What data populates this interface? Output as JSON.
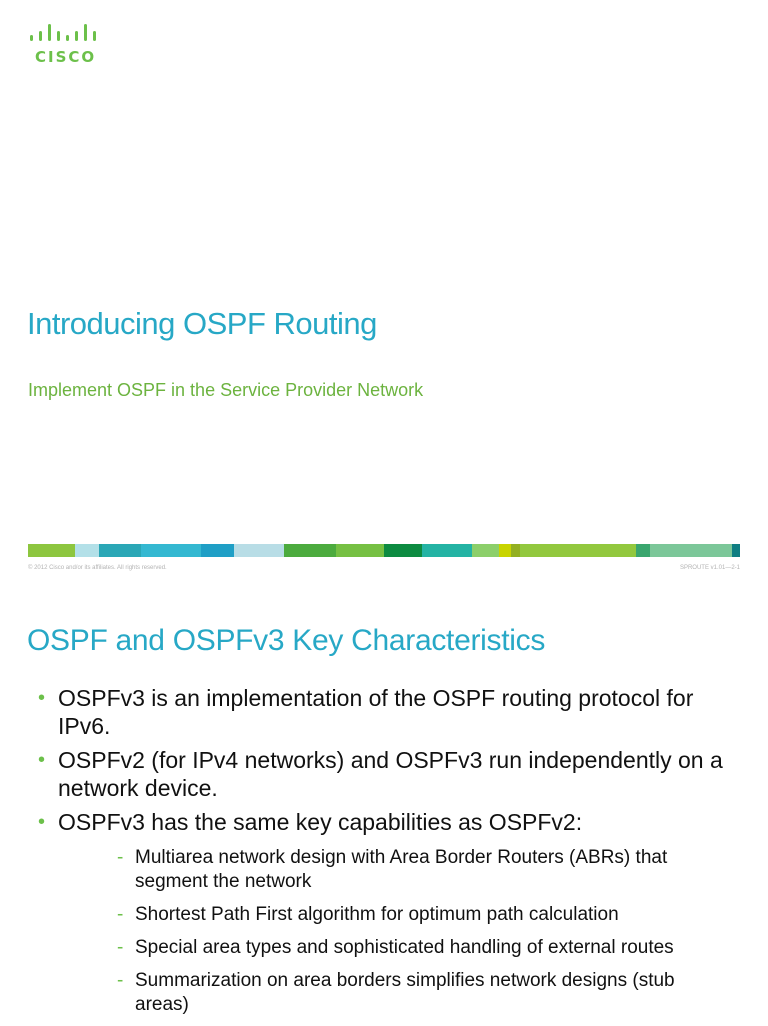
{
  "logo": {
    "wordmark": "CISCO",
    "icon": "cisco-bridge-bars-icon",
    "color": "#6cc04a"
  },
  "slide1": {
    "title": "Introducing OSPF Routing",
    "subtitle": "Implement OSPF in the Service Provider Network",
    "footer_left": "© 2012 Cisco and/or its affiliates. All rights reserved.",
    "footer_right": "SPROUTE v1.01—2-1"
  },
  "color_bar": [
    "#8dc63f",
    "#b3e0e8",
    "#2aa7b6",
    "#34b8d1",
    "#1f9fc6",
    "#b8dde6",
    "#4cab3e",
    "#76c043",
    "#0d8b41",
    "#24b3a4",
    "#8ccf6a",
    "#c8d400",
    "#93b021",
    "#92c83e",
    "#3aa66e",
    "#7cc799",
    "#0f7e82"
  ],
  "slide2": {
    "title": "OSPF and OSPFv3 Key Characteristics",
    "bullets": [
      "OSPFv3 is an implementation of the OSPF routing protocol for IPv6.",
      "OSPFv2 (for IPv4 networks) and OSPFv3 run independently on a network device.",
      "OSPFv3 has the same key capabilities as OSPFv2:"
    ],
    "sub_bullets": [
      "Multiarea network design with Area Border Routers (ABRs) that segment the network",
      "Shortest Path First algorithm for optimum path calculation",
      "Special area types and sophisticated handling of external routes",
      "Summarization on area borders simplifies network designs (stub areas)"
    ]
  },
  "colors": {
    "title": "#27a8c6",
    "subtitle": "#6cb33f",
    "bullet_marker": "#6cc04a"
  }
}
